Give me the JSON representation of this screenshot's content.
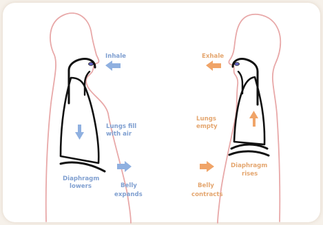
{
  "colors": {
    "background": "#f6f1ea",
    "card": "#ffffff",
    "body_outline": "#e8a8a8",
    "anatomy_stroke": "#111111",
    "inhale_text": "#7f9fd0",
    "inhale_arrow": "#8fb0e0",
    "exhale_text": "#e4a66f",
    "exhale_arrow": "#f0a468",
    "nose_fill": "#6a6ad0"
  },
  "inhale": {
    "inhale_label": "Inhale",
    "lungs_label_line1": "Lungs fill",
    "lungs_label_line2": "with air",
    "diaphragm_label_line1": "Diaphragm",
    "diaphragm_label_line2": "lowers",
    "belly_label_line1": "Belly",
    "belly_label_line2": "expands"
  },
  "exhale": {
    "exhale_label": "Exhale",
    "lungs_label_line1": "Lungs",
    "lungs_label_line2": "empty",
    "diaphragm_label_line1": "Diaphragm",
    "diaphragm_label_line2": "rises",
    "belly_label_line1": "Belly",
    "belly_label_line2": "contracts"
  }
}
